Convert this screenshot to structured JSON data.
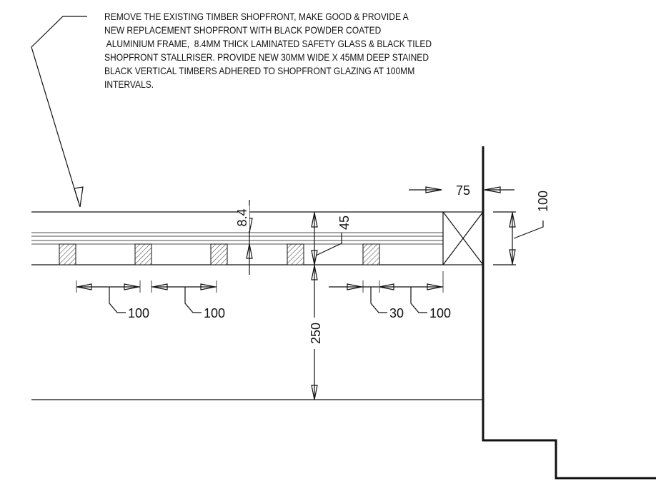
{
  "note": {
    "lines": [
      "REMOVE THE EXISTING TIMBER SHOPFRONT, MAKE GOOD & PROVIDE A",
      "NEW REPLACEMENT SHOPFRONT WITH BLACK POWDER COATED",
      " ALUMINIUM FRAME,  8.4MM THICK LAMINATED SAFETY GLASS & BLACK TILED",
      "SHOPFRONT STALLRISER. PROVIDE NEW 30MM WIDE X 45MM DEEP STAINED",
      "BLACK VERTICAL TIMBERS ADHERED TO SHOPFRONT GLAZING AT 100MM",
      "INTERVALS."
    ]
  },
  "dimensions": {
    "frame_width": "75",
    "frame_depth": "100",
    "glass_thickness": "8.4",
    "timber_depth": "45",
    "stallriser_depth": "250",
    "interval_1": "100",
    "interval_2": "100",
    "timber_width": "30",
    "interval_3": "100"
  },
  "timbers": {
    "count": 5,
    "spacing_mm": 100,
    "width_mm": 30,
    "depth_mm": 45
  },
  "colors": {
    "line": "#111111",
    "hatch": "#555555"
  }
}
